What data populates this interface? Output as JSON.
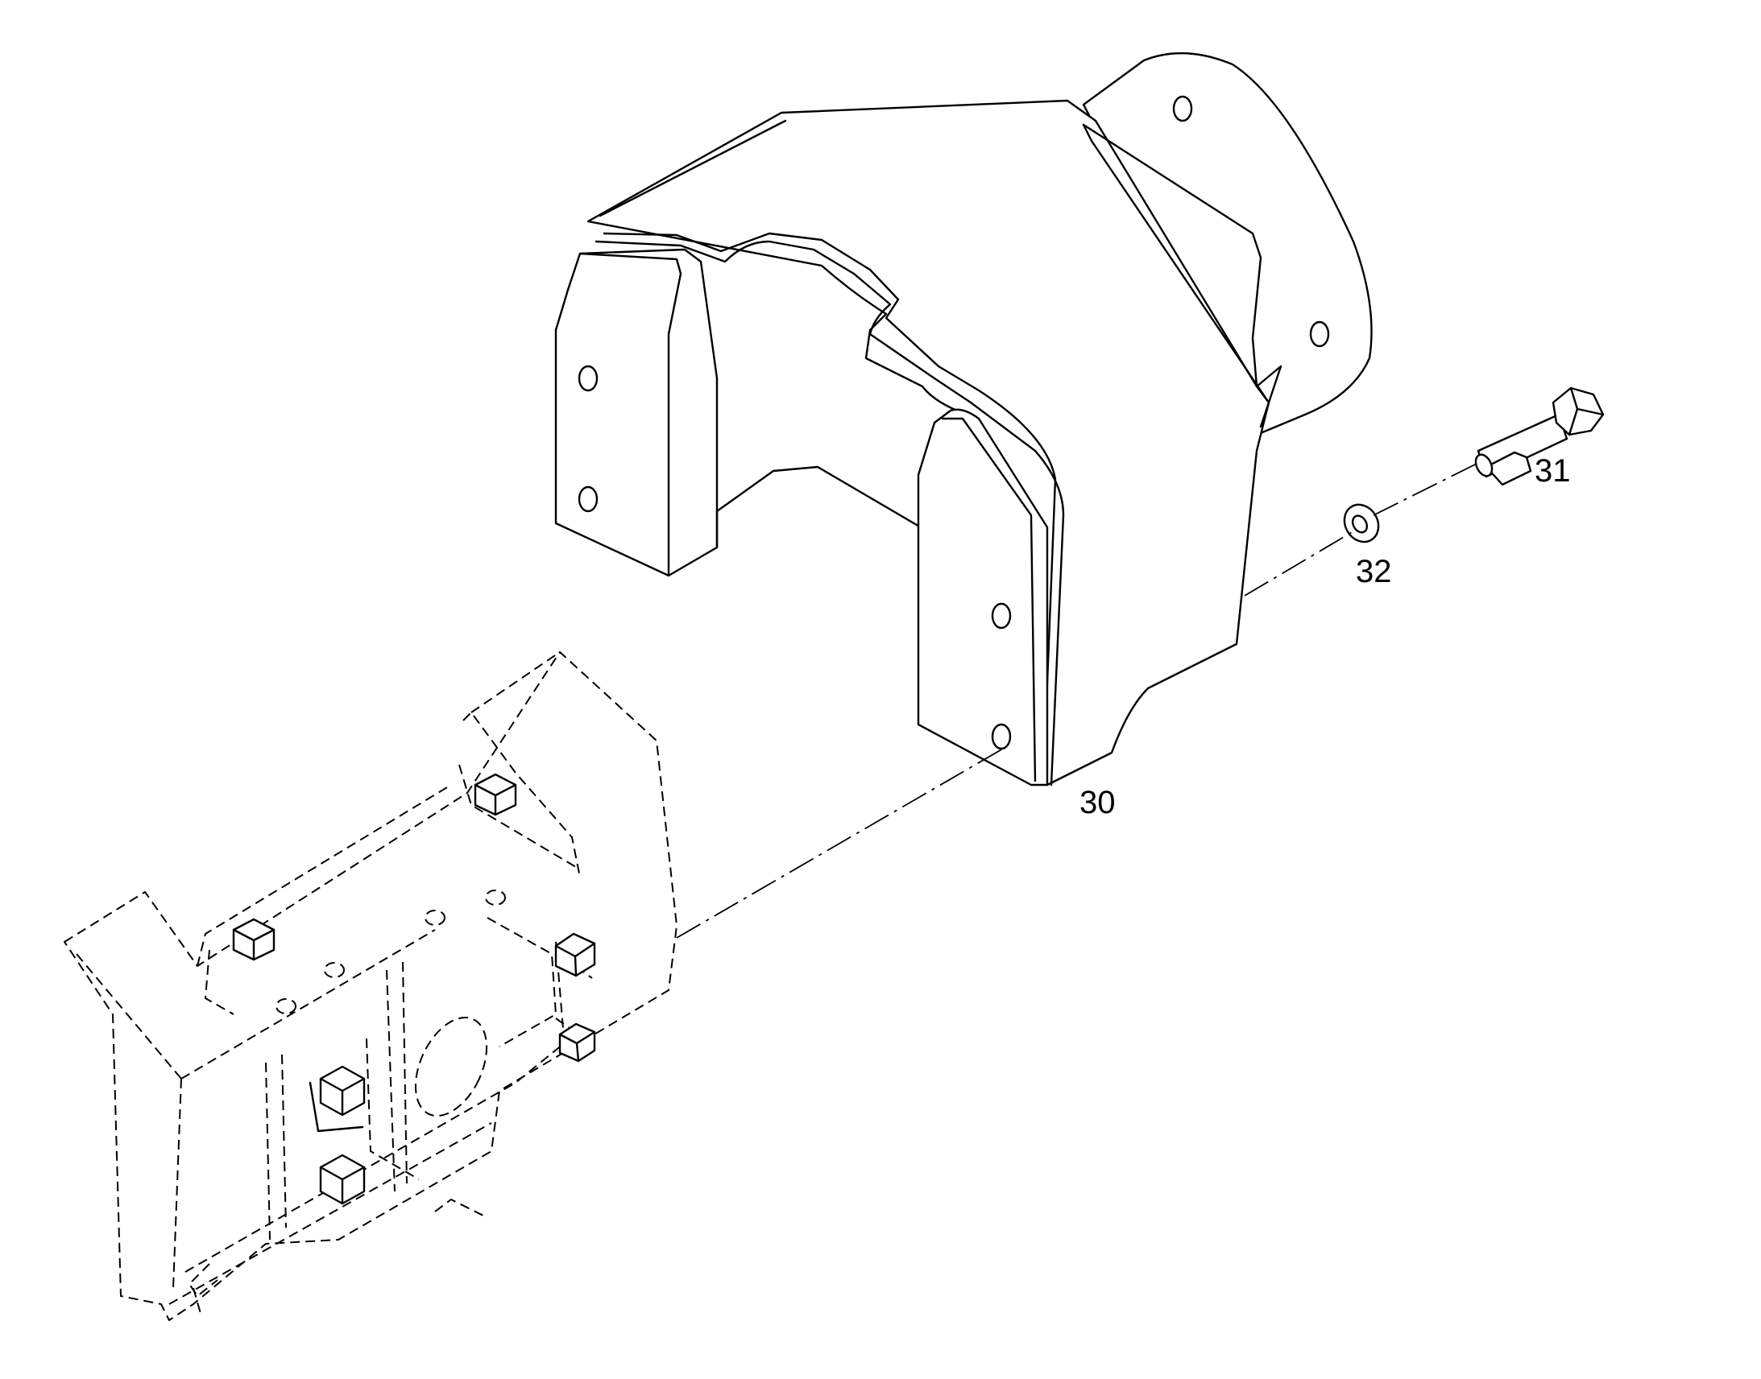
{
  "callouts": [
    {
      "id": "30",
      "label": "30"
    },
    {
      "id": "31",
      "label": "31"
    },
    {
      "id": "32",
      "label": "32"
    }
  ],
  "colors": {
    "line": "#000000",
    "background": "#ffffff"
  }
}
